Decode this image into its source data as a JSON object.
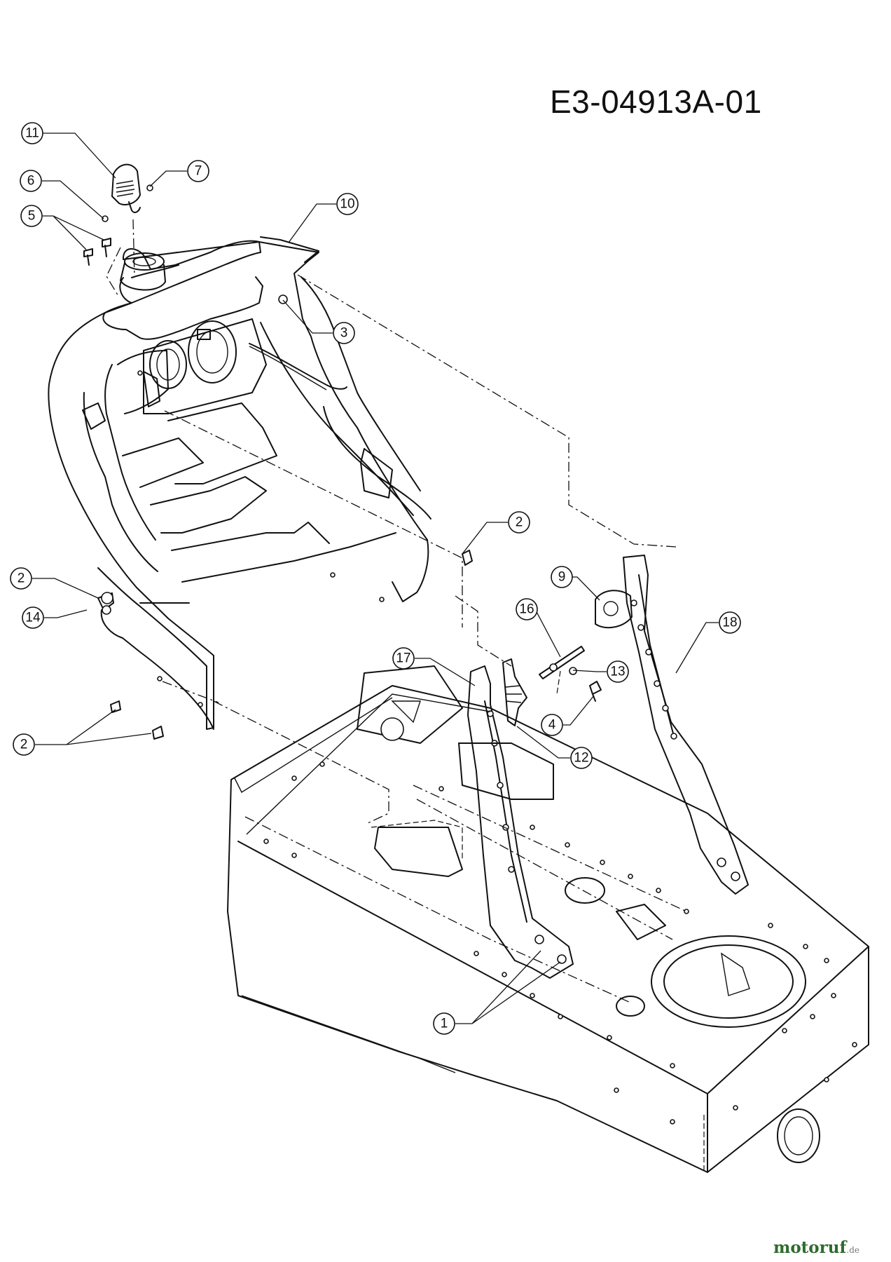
{
  "drawing": {
    "code": "E3-04913A-01",
    "watermark": {
      "brand": "motoruf",
      "tld": ".de"
    }
  },
  "callouts": [
    "11",
    "7",
    "6",
    "5",
    "10",
    "3",
    "2",
    "2",
    "14",
    "2",
    "9",
    "16",
    "18",
    "17",
    "13",
    "4",
    "12",
    "1"
  ]
}
